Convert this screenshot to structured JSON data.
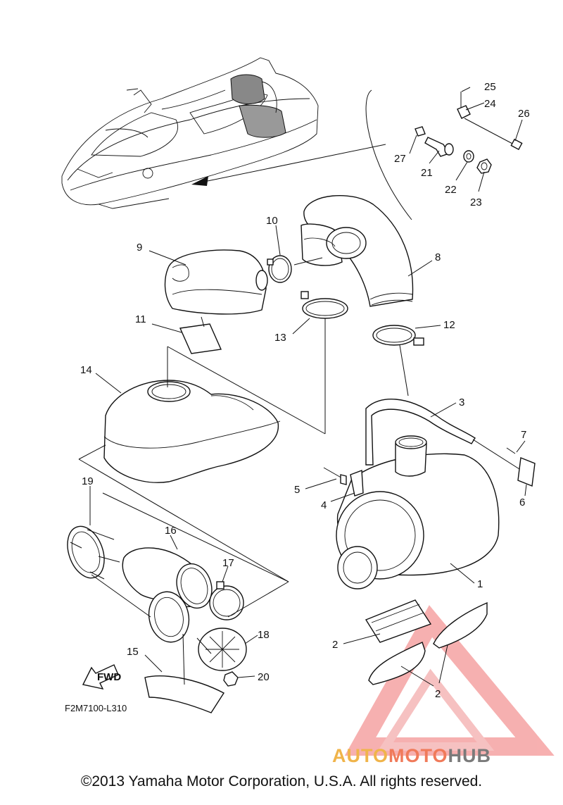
{
  "diagram": {
    "callouts": [
      {
        "id": "1",
        "text": "1"
      },
      {
        "id": "2a",
        "text": "2"
      },
      {
        "id": "2b",
        "text": "2"
      },
      {
        "id": "3",
        "text": "3"
      },
      {
        "id": "4",
        "text": "4"
      },
      {
        "id": "5",
        "text": "5"
      },
      {
        "id": "6",
        "text": "6"
      },
      {
        "id": "7",
        "text": "7"
      },
      {
        "id": "8",
        "text": "8"
      },
      {
        "id": "9",
        "text": "9"
      },
      {
        "id": "10",
        "text": "10"
      },
      {
        "id": "11",
        "text": "11"
      },
      {
        "id": "12",
        "text": "12"
      },
      {
        "id": "13",
        "text": "13"
      },
      {
        "id": "14",
        "text": "14"
      },
      {
        "id": "15",
        "text": "15"
      },
      {
        "id": "16",
        "text": "16"
      },
      {
        "id": "17",
        "text": "17"
      },
      {
        "id": "18",
        "text": "18"
      },
      {
        "id": "19",
        "text": "19"
      },
      {
        "id": "20",
        "text": "20"
      },
      {
        "id": "21",
        "text": "21"
      },
      {
        "id": "22",
        "text": "22"
      },
      {
        "id": "23",
        "text": "23"
      },
      {
        "id": "24",
        "text": "24"
      },
      {
        "id": "25",
        "text": "25"
      },
      {
        "id": "26",
        "text": "26"
      },
      {
        "id": "27",
        "text": "27"
      }
    ],
    "fwd_label": "FWD",
    "figure_code": "F2M7100-L310",
    "copyright": "©2013 Yamaha Motor Corporation, U.S.A. All rights reserved.",
    "watermark": {
      "part1": "AUTO",
      "part2": "MOTO",
      "part3": "HUB",
      "color": "#f07070"
    }
  }
}
